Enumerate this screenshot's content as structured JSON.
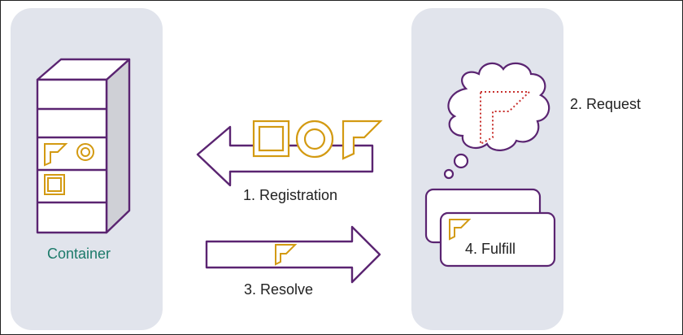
{
  "labels": {
    "container": "Container",
    "registration": "1. Registration",
    "request": "2. Request",
    "resolve": "3. Resolve",
    "fulfill": "4. Fulfill"
  },
  "colors": {
    "panel": "#e1e4ec",
    "outline": "#5a2471",
    "accent": "#d39a12",
    "dotted": "#c8312e",
    "container_label": "#1c7a6a",
    "server_side": "#cfd0d6"
  },
  "icons": [
    "server-icon",
    "square-icon",
    "circle-icon",
    "flag-icon",
    "thought-cloud-icon",
    "card-icon"
  ]
}
